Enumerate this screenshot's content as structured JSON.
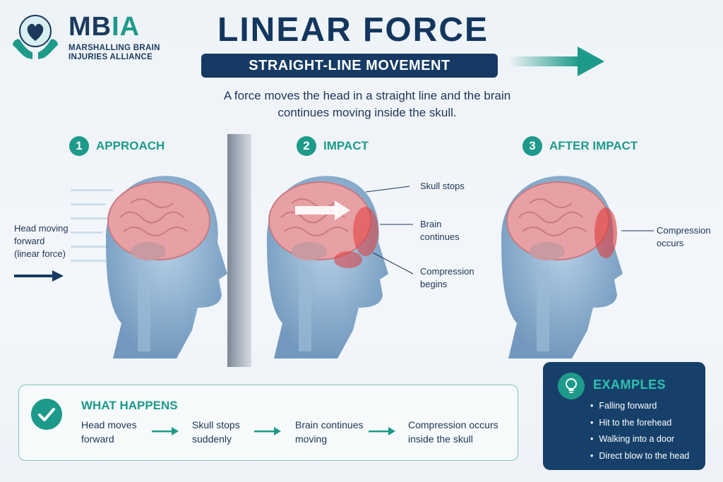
{
  "logo": {
    "short_part1": "MB",
    "short_part2": "IA",
    "line1": "MARSHALLING BRAIN",
    "line2": "INJURIES ALLIANCE"
  },
  "title": "LINEAR FORCE",
  "subtitle": "STRAIGHT-LINE MOVEMENT",
  "description_line1": "A force moves the head in a straight line and the brain",
  "description_line2": "continues moving inside the skull.",
  "steps": [
    {
      "number": "1",
      "title": "APPROACH",
      "labels": [
        "Head moving",
        "forward",
        "(linear force)"
      ]
    },
    {
      "number": "2",
      "title": "IMPACT",
      "labels": [
        "Skull stops",
        "Brain",
        "continues",
        "Compression",
        "begins"
      ]
    },
    {
      "number": "3",
      "title": "AFTER IMPACT",
      "labels": [
        "Compression",
        "occurs"
      ]
    }
  ],
  "what_happens": {
    "title": "WHAT HAPPENS",
    "flow": [
      [
        "Head moves",
        "forward"
      ],
      [
        "Skull stops",
        "suddenly"
      ],
      [
        "Brain continues",
        "moving"
      ],
      [
        "Compression occurs",
        "inside the skull"
      ]
    ]
  },
  "examples": {
    "title": "EXAMPLES",
    "items": [
      "Falling forward",
      "Hit to the forehead",
      "Walking into a door",
      "Direct blow to the head"
    ]
  },
  "colors": {
    "navy": "#163a63",
    "teal": "#1d9a8a",
    "brain_pink": "#e7a0a4",
    "impact_red": "#e03a3a",
    "head_blue": "#6f9fc6"
  },
  "icons": [
    "heart-hands-logo-icon",
    "arrow-right-icon",
    "check-icon",
    "lightbulb-icon",
    "wall-icon",
    "head-brain-icon"
  ]
}
